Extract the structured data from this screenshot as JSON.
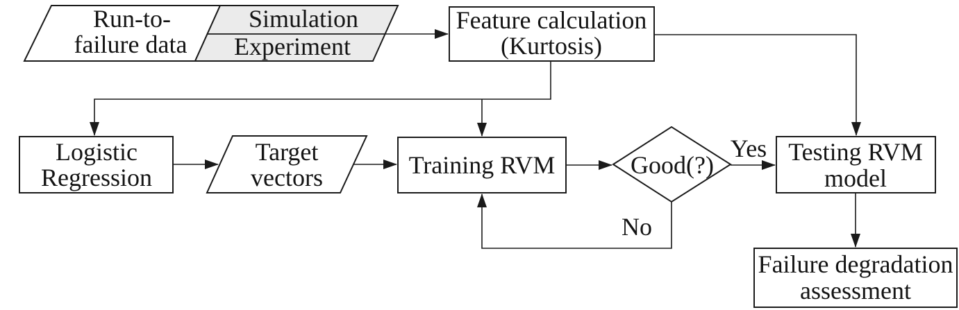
{
  "diagram": {
    "type": "flowchart",
    "colors": {
      "background": "#ffffff",
      "line": "#1a1a1a",
      "node_fill": "#ffffff",
      "data_parallelogram_fill": "#ebebeb"
    },
    "nodes": {
      "run_to_failure": {
        "shape": "parallelogram",
        "lines": [
          "Run-to-",
          "failure data"
        ]
      },
      "simulation": {
        "shape": "parallelogram-top-half",
        "label": "Simulation"
      },
      "experiment": {
        "shape": "parallelogram-bottom-half",
        "label": "Experiment"
      },
      "feature_calculation": {
        "shape": "rectangle",
        "lines": [
          "Feature calculation",
          "(Kurtosis)"
        ]
      },
      "logistic_regression": {
        "shape": "rectangle",
        "lines": [
          "Logistic",
          "Regression"
        ]
      },
      "target_vectors": {
        "shape": "parallelogram",
        "lines": [
          "Target",
          "vectors"
        ]
      },
      "training_rvm": {
        "shape": "rectangle",
        "label": "Training RVM"
      },
      "decision": {
        "shape": "diamond",
        "label": "Good(?)"
      },
      "testing_rvm": {
        "shape": "rectangle",
        "lines": [
          "Testing RVM",
          "model"
        ]
      },
      "failure_degradation": {
        "shape": "rectangle",
        "lines": [
          "Failure degradation",
          "assessment"
        ]
      }
    },
    "edge_labels": {
      "yes": "Yes",
      "no": "No"
    }
  }
}
